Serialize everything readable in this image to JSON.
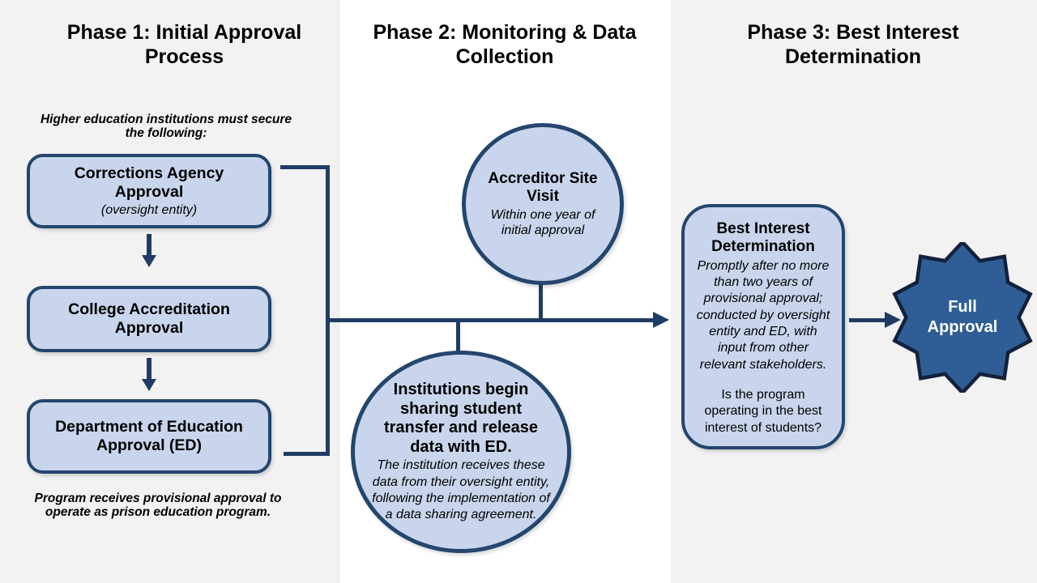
{
  "colors": {
    "bg_gray": "#f2f2f2",
    "bg_white": "#ffffff",
    "node_fill": "#c9d5ec",
    "node_border": "#24466e",
    "line": "#1f3c64",
    "star_fill": "#2e5e95",
    "star_border": "#13213c",
    "star_text": "#ffffff",
    "text": "#000000"
  },
  "phases": {
    "phase1": {
      "title_line1": "Phase 1: Initial Approval",
      "title_line2": "Process",
      "intro": "Higher education institutions must secure the following:",
      "box1_title": "Corrections Agency Approval",
      "box1_subtitle": "(oversight entity)",
      "box2_title": "College Accreditation Approval",
      "box3_title": "Department of Education Approval (ED)",
      "outro": "Program receives provisional approval to operate as prison education program."
    },
    "phase2": {
      "title_line1": "Phase 2: Monitoring & Data",
      "title_line2": "Collection",
      "circle1_title": "Accreditor Site Visit",
      "circle1_detail": "Within one year of initial approval",
      "circle2_title": "Institutions begin sharing student transfer and release data with ED.",
      "circle2_detail": "The institution receives these data from their oversight entity, following the implementation of a data sharing agreement."
    },
    "phase3": {
      "title_line1": "Phase 3: Best Interest",
      "title_line2": "Determination",
      "box_title": "Best Interest Determination",
      "box_detail": "Promptly after no more than two years of provisional approval; conducted by oversight entity and ED, with input from other relevant stakeholders.",
      "box_question": "Is the program operating in the best interest of students?",
      "star_label": "Full Approval"
    }
  }
}
